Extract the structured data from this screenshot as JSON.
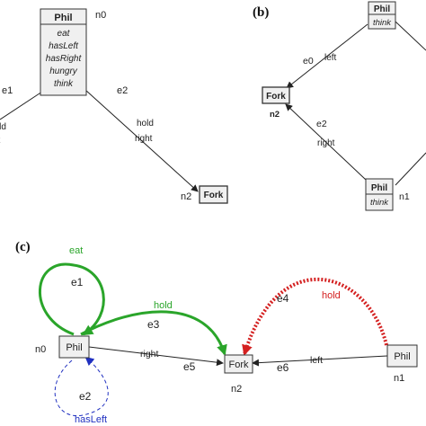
{
  "panels": {
    "a": {
      "node_n0": {
        "title": "Phil",
        "attrs": [
          "eat",
          "hasLeft",
          "hasRight",
          "hungry",
          "think"
        ],
        "id": "n0"
      },
      "node_n2": {
        "title": "Fork",
        "id": "n2"
      },
      "edge_e1": {
        "id": "e1",
        "label1": "hold",
        "label2": "left"
      },
      "edge_e2": {
        "id": "e2",
        "label1": "hold",
        "label2": "right"
      }
    },
    "b": {
      "panel_label": "(b)",
      "node_top": {
        "title": "Phil",
        "attr": "think"
      },
      "node_fork": {
        "title": "Fork",
        "id": "n2"
      },
      "node_n1": {
        "title": "Phil",
        "attr": "think",
        "id": "n1"
      },
      "edge_e0": {
        "id": "e0",
        "label": "left"
      },
      "edge_e2": {
        "id": "e2",
        "label": "right"
      }
    },
    "c": {
      "panel_label": "(c)",
      "node_n0": {
        "title": "Phil",
        "id": "n0"
      },
      "node_n2": {
        "title": "Fork",
        "id": "n2"
      },
      "node_n1": {
        "title": "Phil",
        "id": "n1"
      },
      "edge_e1": {
        "id": "e1",
        "label": "eat",
        "color": "#2aa52a"
      },
      "edge_e2": {
        "id": "e2",
        "label": "hasLeft",
        "color": "#2030c0"
      },
      "edge_e3": {
        "id": "e3",
        "label": "hold",
        "color": "#2aa52a"
      },
      "edge_e4": {
        "id": "e4",
        "label": "hold",
        "color": "#d42020"
      },
      "edge_e5": {
        "id": "e5",
        "label": "right",
        "color": "#222222"
      },
      "edge_e6": {
        "id": "e6",
        "label": "left",
        "color": "#222222"
      }
    }
  }
}
